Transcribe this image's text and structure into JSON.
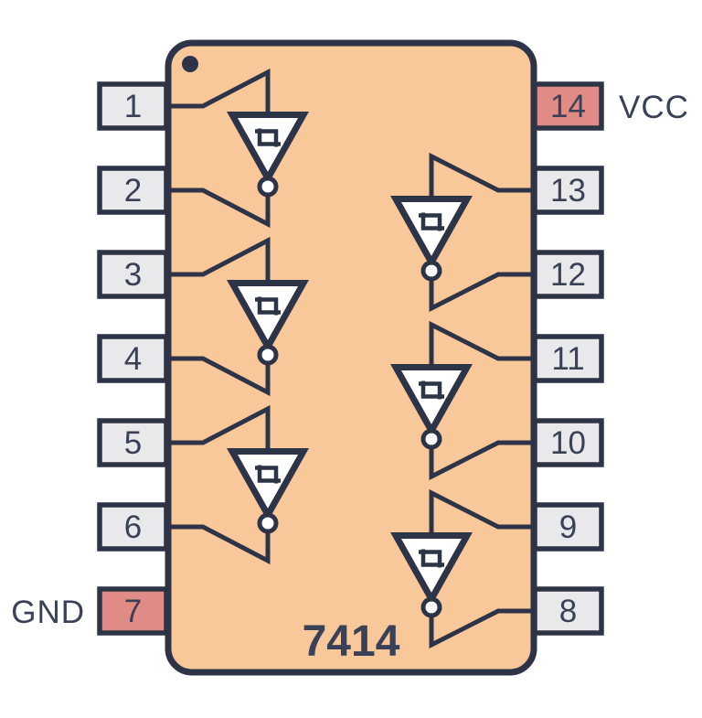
{
  "diagram": {
    "part_number": "7414",
    "description": "hex schmitt-trigger inverter pinout",
    "colors": {
      "background": "#ffffff",
      "chip_body": "#f8c89a",
      "outline": "#2e3447",
      "pin_fill": "#e9e9ec",
      "power_pin_fill": "#e08b85",
      "text": "#3a4156",
      "gate_fill": "#ffffff"
    },
    "pin1_marker": "dot",
    "left_pins": [
      {
        "number": "1",
        "power": false
      },
      {
        "number": "2",
        "power": false
      },
      {
        "number": "3",
        "power": false
      },
      {
        "number": "4",
        "power": false
      },
      {
        "number": "5",
        "power": false
      },
      {
        "number": "6",
        "power": false
      },
      {
        "number": "7",
        "power": true,
        "label": "GND"
      }
    ],
    "right_pins": [
      {
        "number": "14",
        "power": true,
        "label": "VCC"
      },
      {
        "number": "13",
        "power": false
      },
      {
        "number": "12",
        "power": false
      },
      {
        "number": "11",
        "power": false
      },
      {
        "number": "10",
        "power": false
      },
      {
        "number": "9",
        "power": false
      },
      {
        "number": "8",
        "power": false
      }
    ],
    "gates": [
      {
        "type": "schmitt-inverter",
        "input": "1",
        "output": "2",
        "side": "left"
      },
      {
        "type": "schmitt-inverter",
        "input": "3",
        "output": "4",
        "side": "left"
      },
      {
        "type": "schmitt-inverter",
        "input": "5",
        "output": "6",
        "side": "left"
      },
      {
        "type": "schmitt-inverter",
        "input": "13",
        "output": "12",
        "side": "right"
      },
      {
        "type": "schmitt-inverter",
        "input": "11",
        "output": "10",
        "side": "right"
      },
      {
        "type": "schmitt-inverter",
        "input": "9",
        "output": "8",
        "side": "right"
      }
    ]
  }
}
